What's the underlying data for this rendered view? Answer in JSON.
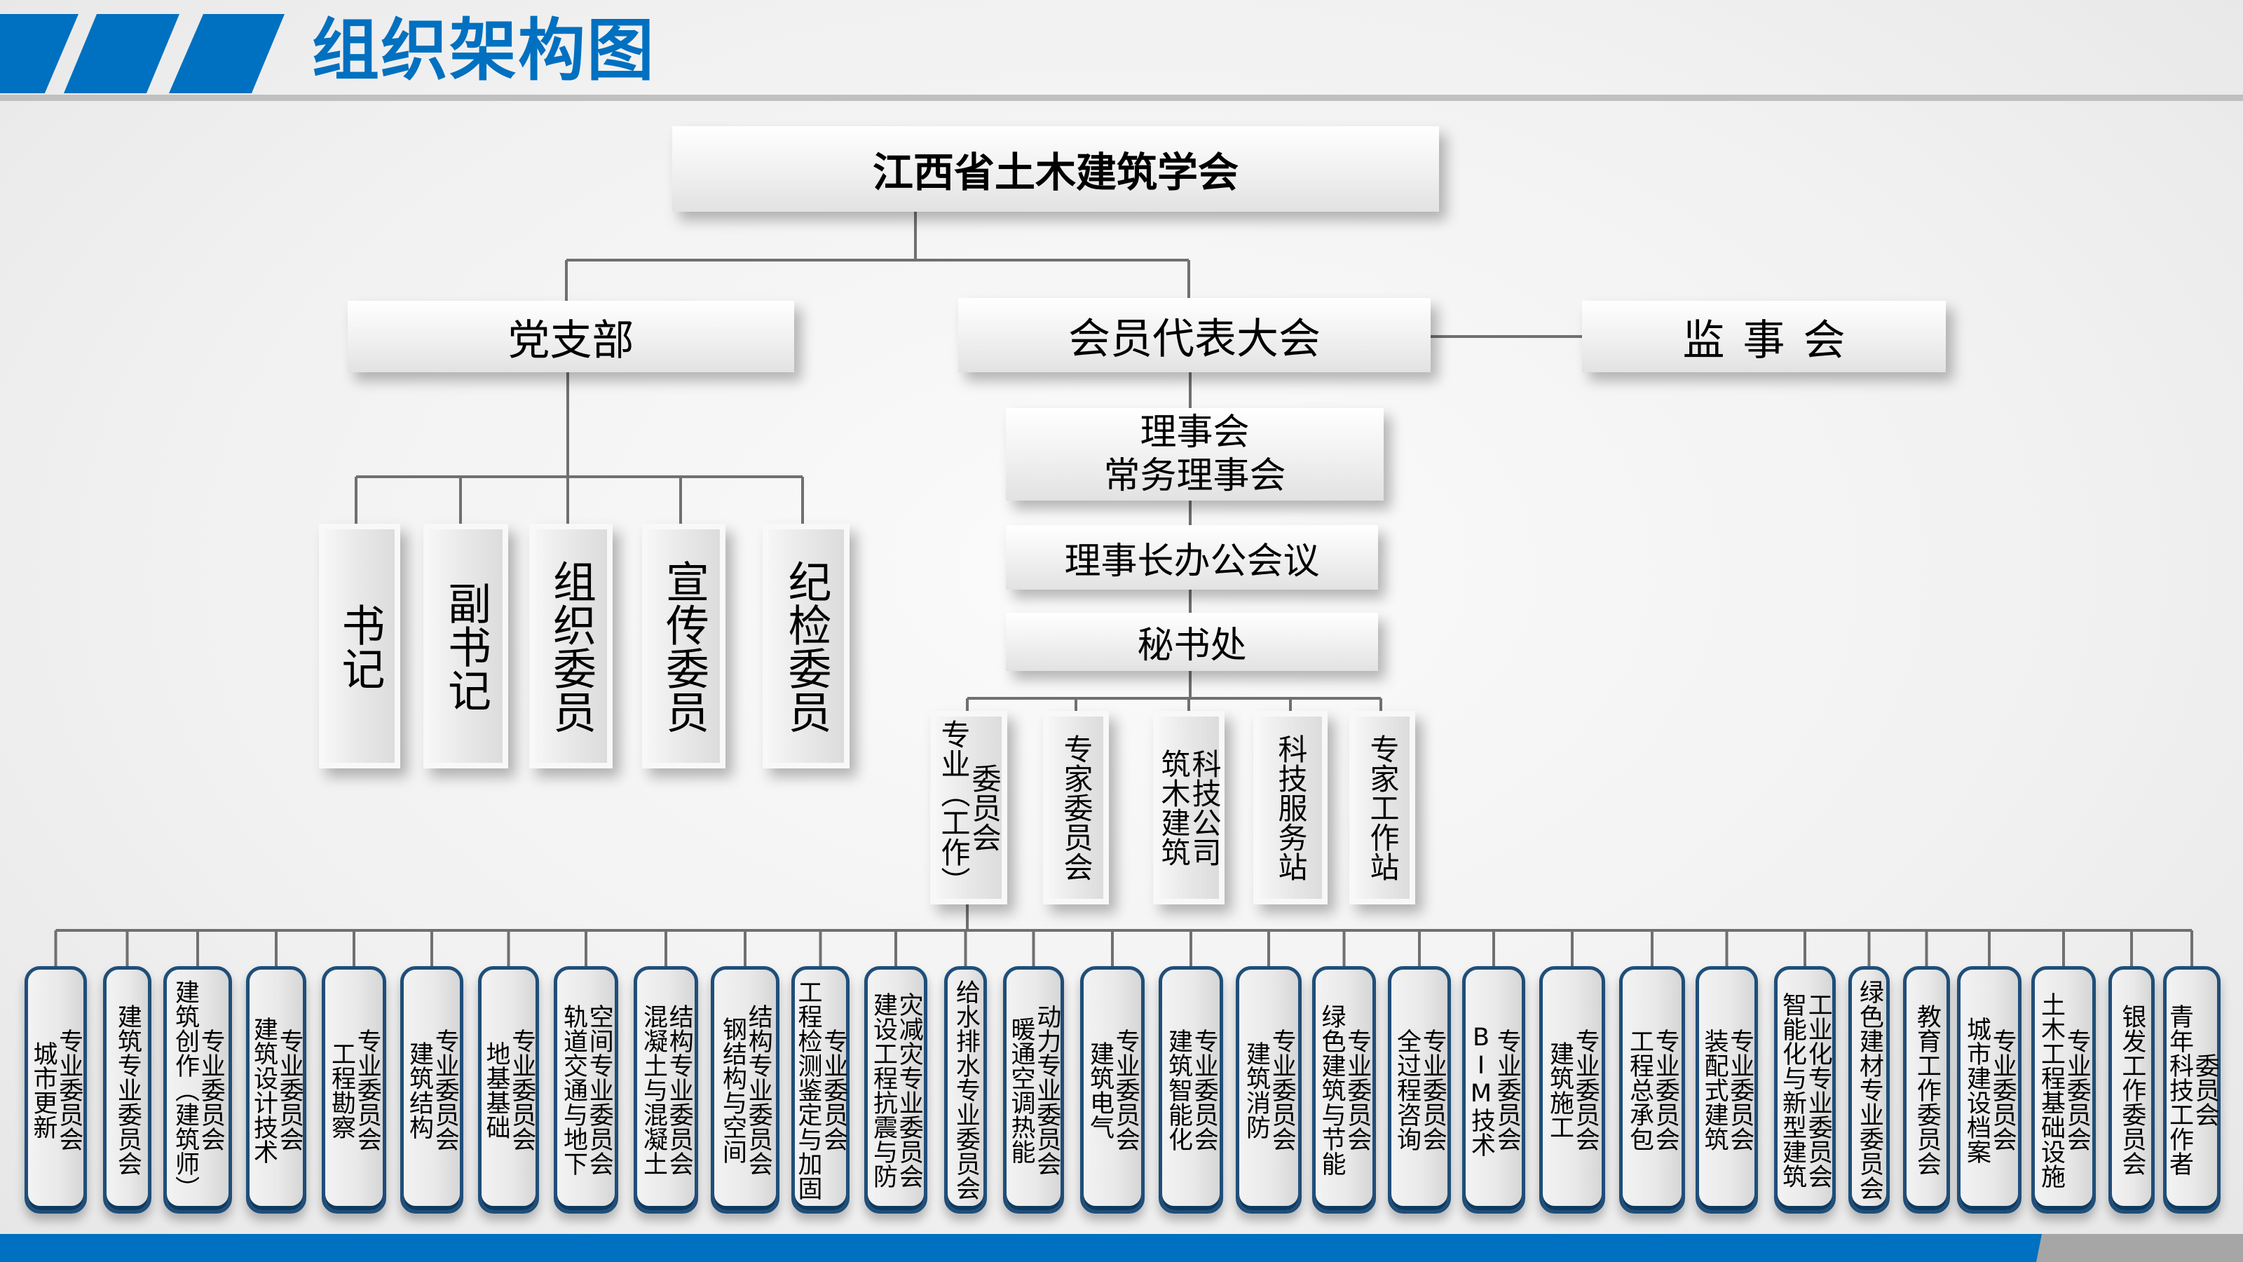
{
  "header": {
    "title": "组织架构图"
  },
  "root": {
    "label": "江西省土木建筑学会"
  },
  "party": {
    "label": "党支部",
    "members": [
      "书记",
      "副书记",
      "组织委员",
      "宣传委员",
      "纪检委员"
    ]
  },
  "assembly": {
    "label": "会员代表大会"
  },
  "supervisors": {
    "label": "监事会"
  },
  "council": {
    "line1": "理事会",
    "line2": "常务理事会"
  },
  "chairman_office": {
    "label": "理事长办公会议"
  },
  "secretariat": {
    "label": "秘书处"
  },
  "secretariat_units": [
    {
      "columns": [
        "专业（工作）",
        "委员会"
      ]
    },
    {
      "columns": [
        "专家委员会"
      ]
    },
    {
      "columns": [
        "筑木建筑",
        "科技公司"
      ]
    },
    {
      "columns": [
        "科技服务站"
      ]
    },
    {
      "columns": [
        "专家工作站"
      ]
    }
  ],
  "committees": [
    {
      "columns": [
        "城市更新",
        "专业委员会"
      ]
    },
    {
      "columns": [
        "建筑专业委员会"
      ]
    },
    {
      "columns": [
        "建筑创作（建筑师）",
        "专业委员会"
      ]
    },
    {
      "columns": [
        "建筑设计技术",
        "专业委员会"
      ]
    },
    {
      "columns": [
        "工程勘察",
        "专业委员会"
      ]
    },
    {
      "columns": [
        "建筑结构",
        "专业委员会"
      ]
    },
    {
      "columns": [
        "地基基础",
        "专业委员会"
      ]
    },
    {
      "columns": [
        "轨道交通与地下",
        "空间专业委员会"
      ]
    },
    {
      "columns": [
        "混凝土与混凝土",
        "结构专业委员会"
      ]
    },
    {
      "columns": [
        "钢结构与空间",
        "结构专业委员会"
      ]
    },
    {
      "columns": [
        "工程检测鉴定与加固",
        "专业委员会"
      ]
    },
    {
      "columns": [
        "建设工程抗震与防",
        "灾减灾专业委员会"
      ]
    },
    {
      "columns": [
        "给水排水专业委员会"
      ]
    },
    {
      "columns": [
        "暖通空调热能",
        "动力专业委员会"
      ]
    },
    {
      "columns": [
        "建筑电气",
        "专业委员会"
      ]
    },
    {
      "columns": [
        "建筑智能化",
        "专业委员会"
      ]
    },
    {
      "columns": [
        "建筑消防",
        "专业委员会"
      ]
    },
    {
      "columns": [
        "绿色建筑与节能",
        "专业委员会"
      ]
    },
    {
      "columns": [
        "全过程咨询",
        "专业委员会"
      ]
    },
    {
      "columns": [
        "BIM技术",
        "专业委员会"
      ]
    },
    {
      "columns": [
        "建筑施工",
        "专业委员会"
      ]
    },
    {
      "columns": [
        "工程总承包",
        "专业委员会"
      ]
    },
    {
      "columns": [
        "装配式建筑",
        "专业委员会"
      ]
    },
    {
      "columns": [
        "智能化与新型建筑",
        "工业化专业委员会"
      ]
    },
    {
      "columns": [
        "绿色建材专业委员会"
      ]
    },
    {
      "columns": [
        "教育工作委员会"
      ]
    },
    {
      "columns": [
        "城市建设档案",
        "专业委员会"
      ]
    },
    {
      "columns": [
        "土木工程基础设施",
        "专业委员会"
      ]
    },
    {
      "columns": [
        "银发工作委员会"
      ]
    },
    {
      "columns": [
        "青年科技工作者",
        "委员会"
      ]
    }
  ],
  "colors": {
    "brand_blue": "#0070c0",
    "committee_border": "#1f4e79",
    "divider_gray": "#c0c0c0"
  }
}
